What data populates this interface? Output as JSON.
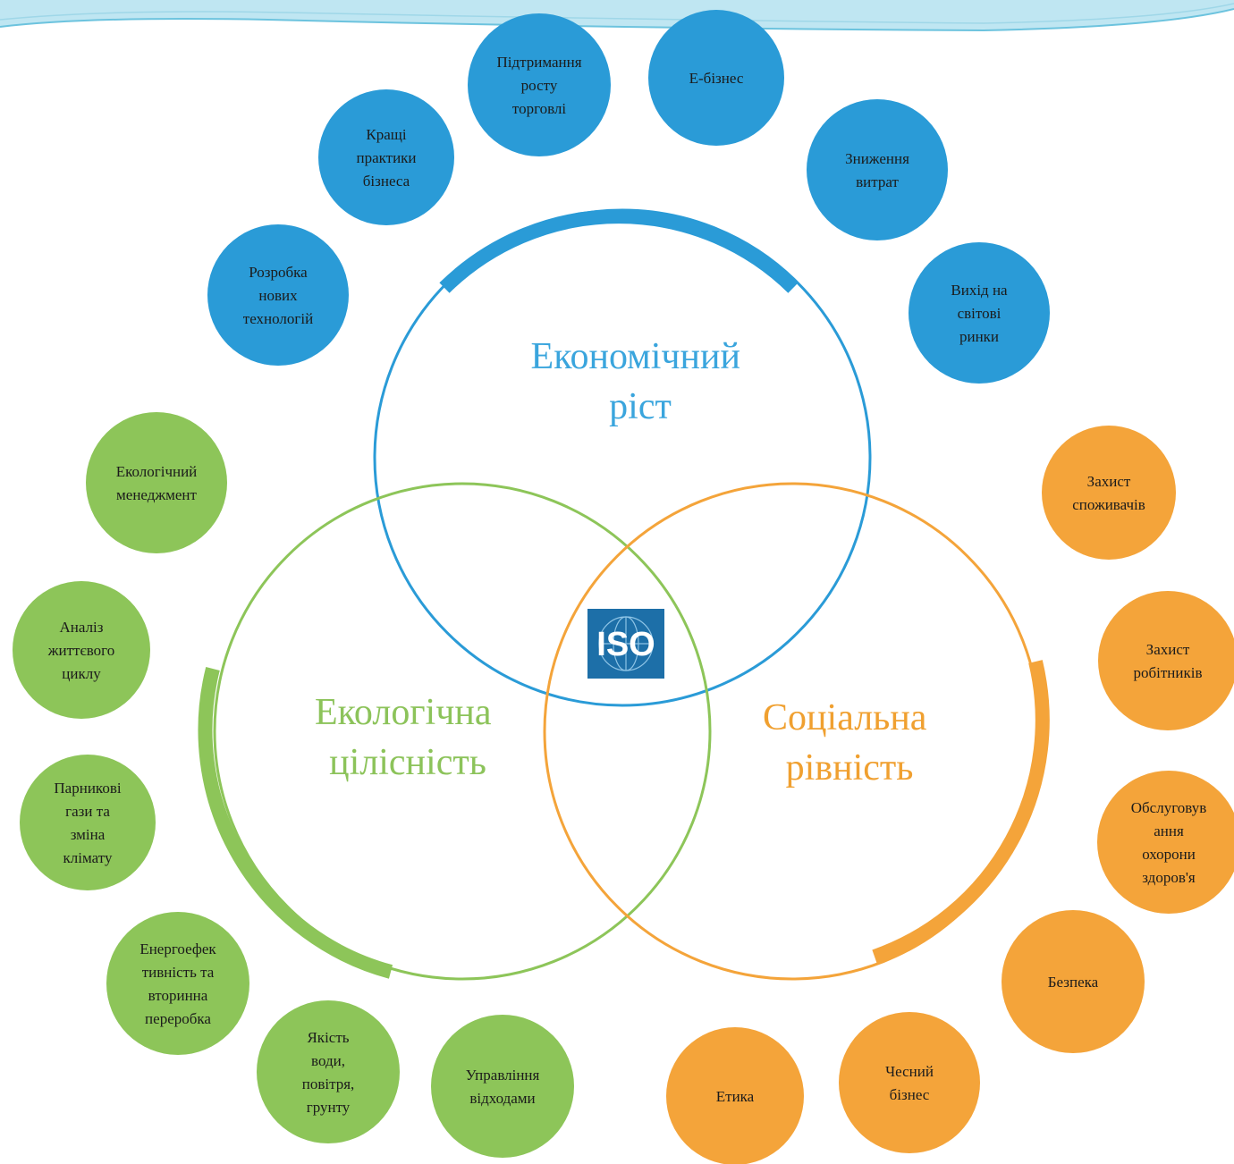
{
  "colors": {
    "economic": "#2a9bd7",
    "economic_text": "#3aa5dd",
    "social": "#f4a43a",
    "social_text": "#f0a030",
    "environmental": "#8dc559",
    "environmental_text": "#8cc35a",
    "iso_badge": "#1d6fa8",
    "header_band": "#bfe6f2"
  },
  "center": {
    "badge_label": "ISO",
    "icon": "globe-icon"
  },
  "pillars": {
    "economic": {
      "lines": [
        "Економічний",
        "ріст"
      ]
    },
    "environmental": {
      "lines": [
        "Екологічна",
        "цілісність"
      ]
    },
    "social": {
      "lines": [
        "Соціальна",
        "рівність"
      ]
    }
  },
  "economic_nodes": [
    {
      "lines": [
        "Розробка",
        "нових",
        "технологій"
      ]
    },
    {
      "lines": [
        "Кращі",
        "практики",
        "бізнеса"
      ]
    },
    {
      "lines": [
        "Підтримання",
        "росту",
        "торговлі"
      ]
    },
    {
      "lines": [
        "Е-бізнес"
      ]
    },
    {
      "lines": [
        "Зниження",
        "витрат"
      ]
    },
    {
      "lines": [
        "Вихід на",
        "світові",
        "ринки"
      ]
    }
  ],
  "environmental_nodes": [
    {
      "lines": [
        "Екологічний",
        "менеджмент"
      ]
    },
    {
      "lines": [
        "Аналіз",
        "життєвого",
        "циклу"
      ]
    },
    {
      "lines": [
        "Парникові",
        "гази та",
        "зміна",
        "клімату"
      ]
    },
    {
      "lines": [
        "Енергоефек",
        "тивність та",
        "вторинна",
        "переробка"
      ]
    },
    {
      "lines": [
        "Якість",
        "води,",
        "повітря,",
        "грунту"
      ]
    },
    {
      "lines": [
        "Управління",
        "відходами"
      ]
    }
  ],
  "social_nodes": [
    {
      "lines": [
        "Захист",
        "споживачів"
      ]
    },
    {
      "lines": [
        "Захист",
        "робітників"
      ]
    },
    {
      "lines": [
        "Обслуговув",
        "ання",
        "охорони",
        "здоров'я"
      ]
    },
    {
      "lines": [
        "Безпека"
      ]
    },
    {
      "lines": [
        "Чесний",
        "бізнес"
      ]
    },
    {
      "lines": [
        "Етика"
      ]
    }
  ]
}
